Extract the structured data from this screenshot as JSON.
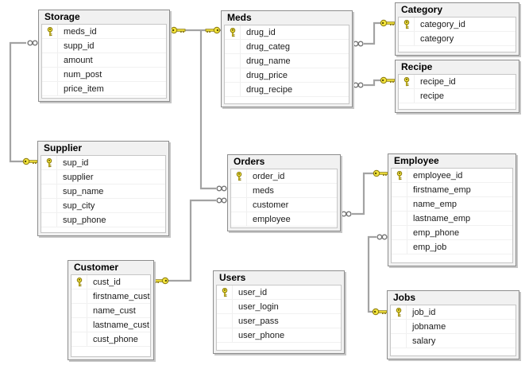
{
  "diagram": {
    "app": "database-diagram",
    "background_color": "#ffffff",
    "line_color": "#a3a3a3",
    "key_icon_color": "#f5e63d",
    "tables": [
      {
        "name": "Storage",
        "columns": [
          {
            "name": "meds_id",
            "pk": true
          },
          {
            "name": "supp_id",
            "pk": false
          },
          {
            "name": "amount",
            "pk": false
          },
          {
            "name": "num_post",
            "pk": false
          },
          {
            "name": "price_item",
            "pk": false
          }
        ]
      },
      {
        "name": "Meds",
        "columns": [
          {
            "name": "drug_id",
            "pk": true
          },
          {
            "name": "drug_categ",
            "pk": false
          },
          {
            "name": "drug_name",
            "pk": false
          },
          {
            "name": "drug_price",
            "pk": false
          },
          {
            "name": "drug_recipe",
            "pk": false
          }
        ]
      },
      {
        "name": "Category",
        "columns": [
          {
            "name": "category_id",
            "pk": true
          },
          {
            "name": "category",
            "pk": false
          }
        ]
      },
      {
        "name": "Recipe",
        "columns": [
          {
            "name": "recipe_id",
            "pk": true
          },
          {
            "name": "recipe",
            "pk": false
          }
        ]
      },
      {
        "name": "Supplier",
        "columns": [
          {
            "name": "sup_id",
            "pk": true
          },
          {
            "name": "supplier",
            "pk": false
          },
          {
            "name": "sup_name",
            "pk": false
          },
          {
            "name": "sup_city",
            "pk": false
          },
          {
            "name": "sup_phone",
            "pk": false
          }
        ]
      },
      {
        "name": "Orders",
        "columns": [
          {
            "name": "order_id",
            "pk": true
          },
          {
            "name": "meds",
            "pk": false
          },
          {
            "name": "customer",
            "pk": false
          },
          {
            "name": "employee",
            "pk": false
          }
        ]
      },
      {
        "name": "Employee",
        "columns": [
          {
            "name": "employee_id",
            "pk": true
          },
          {
            "name": "firstname_emp",
            "pk": false
          },
          {
            "name": "name_emp",
            "pk": false
          },
          {
            "name": "lastname_emp",
            "pk": false
          },
          {
            "name": "emp_phone",
            "pk": false
          },
          {
            "name": "emp_job",
            "pk": false
          }
        ]
      },
      {
        "name": "Customer",
        "columns": [
          {
            "name": "cust_id",
            "pk": true
          },
          {
            "name": "firstname_cust",
            "pk": false
          },
          {
            "name": "name_cust",
            "pk": false
          },
          {
            "name": "lastname_cust",
            "pk": false
          },
          {
            "name": "cust_phone",
            "pk": false
          }
        ]
      },
      {
        "name": "Users",
        "columns": [
          {
            "name": "user_id",
            "pk": true
          },
          {
            "name": "user_login",
            "pk": false
          },
          {
            "name": "user_pass",
            "pk": false
          },
          {
            "name": "user_phone",
            "pk": false
          }
        ]
      },
      {
        "name": "Jobs",
        "columns": [
          {
            "name": "job_id",
            "pk": true
          },
          {
            "name": "jobname",
            "pk": false
          },
          {
            "name": "salary",
            "pk": false
          }
        ]
      }
    ],
    "relationships": [
      {
        "key_end": "Supplier.sup_id",
        "many_end": "Storage.supp_id"
      },
      {
        "key_end": "Storage.meds_id",
        "many_end": "Meds.drug_id",
        "note": "key at both ends"
      },
      {
        "key_end": "Meds.drug_id",
        "many_end": "Orders.meds"
      },
      {
        "key_end": "Customer.cust_id",
        "many_end": "Orders.customer"
      },
      {
        "key_end": "Employee.employee_id",
        "many_end": "Orders.employee"
      },
      {
        "key_end": "Category.category_id",
        "many_end": "Meds.drug_categ"
      },
      {
        "key_end": "Recipe.recipe_id",
        "many_end": "Meds.drug_recipe"
      },
      {
        "key_end": "Jobs.job_id",
        "many_end": "Employee.emp_job"
      }
    ]
  }
}
